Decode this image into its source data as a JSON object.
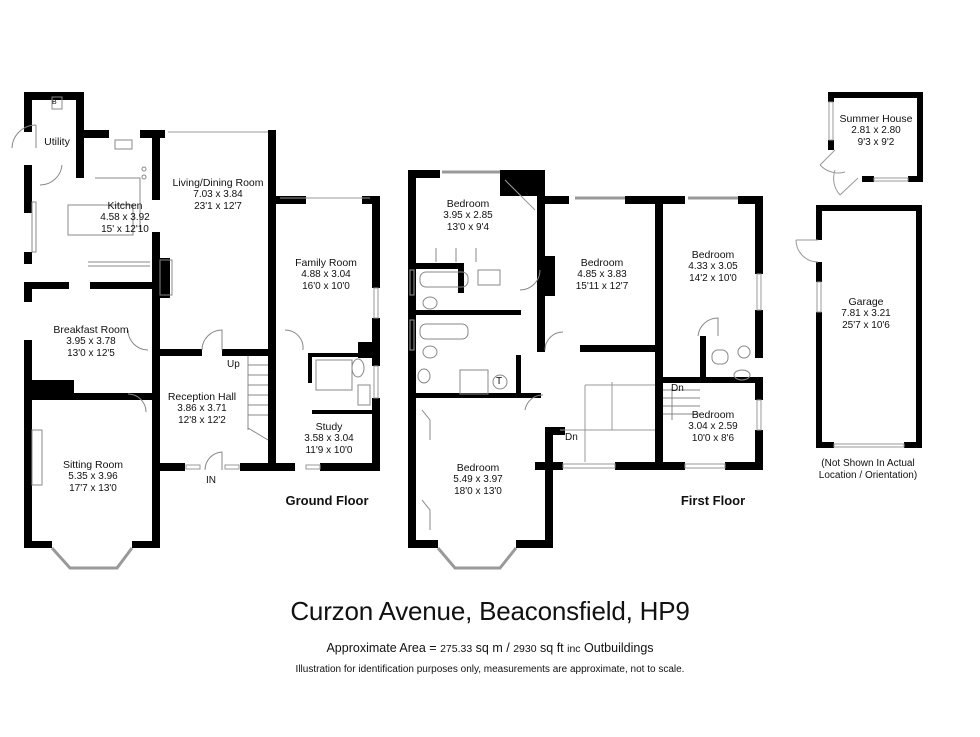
{
  "property": {
    "title": "Curzon Avenue, Beaconsfield, HP9",
    "area": {
      "prefix": "Approximate Area = ",
      "sq_m": "275.33",
      "sq_m_unit": " sq m / ",
      "sq_ft": "2930",
      "sq_ft_unit": " sq ft ",
      "inc": "inc",
      "suffix": " Outbuildings"
    },
    "disclaimer": "Illustration for identification purposes only, measurements are approximate, not to scale."
  },
  "ground_floor": {
    "label": "Ground Floor",
    "rooms": [
      {
        "name": "Utility",
        "metric": "",
        "imperial": ""
      },
      {
        "name": "Kitchen",
        "metric": "4.58 x 3.92",
        "imperial": "15' x 12'10"
      },
      {
        "name": "Living/Dining Room",
        "metric": "7.03 x 3.84",
        "imperial": "23'1 x 12'7"
      },
      {
        "name": "Family Room",
        "metric": "4.88 x 3.04",
        "imperial": "16'0 x 10'0"
      },
      {
        "name": "Breakfast Room",
        "metric": "3.95 x 3.78",
        "imperial": "13'0 x 12'5"
      },
      {
        "name": "Reception Hall",
        "metric": "3.86 x 3.71",
        "imperial": "12'8 x 12'2"
      },
      {
        "name": "Study",
        "metric": "3.58 x 3.04",
        "imperial": "11'9 x 10'0"
      },
      {
        "name": "Sitting Room",
        "metric": "5.35 x 3.96",
        "imperial": "17'7 x 13'0"
      }
    ],
    "markers": {
      "up": "Up",
      "entrance": "IN",
      "boiler": "B"
    }
  },
  "first_floor": {
    "label": "First Floor",
    "rooms": [
      {
        "name": "Bedroom",
        "metric": "3.95 x 2.85",
        "imperial": "13'0 x 9'4"
      },
      {
        "name": "Bedroom",
        "metric": "4.85 x 3.83",
        "imperial": "15'11 x 12'7"
      },
      {
        "name": "Bedroom",
        "metric": "4.33 x 3.05",
        "imperial": "14'2 x 10'0"
      },
      {
        "name": "Bedroom",
        "metric": "3.04 x 2.59",
        "imperial": "10'0 x 8'6"
      },
      {
        "name": "Bedroom",
        "metric": "5.49 x 3.97",
        "imperial": "18'0 x 13'0"
      }
    ],
    "markers": {
      "down_1": "Dn",
      "down_2": "Dn",
      "tank": "T"
    }
  },
  "outbuildings": {
    "rooms": [
      {
        "name": "Summer House",
        "metric": "2.81 x 2.80",
        "imperial": "9'3 x 9'2"
      },
      {
        "name": "Garage",
        "metric": "7.81 x 3.21",
        "imperial": "25'7 x 10'6"
      }
    ],
    "note_line1": "(Not Shown In Actual",
    "note_line2": "Location / Orientation)"
  },
  "colors": {
    "wall": "#000000",
    "fixture": "#888888",
    "window": "#999999",
    "background": "#ffffff"
  }
}
